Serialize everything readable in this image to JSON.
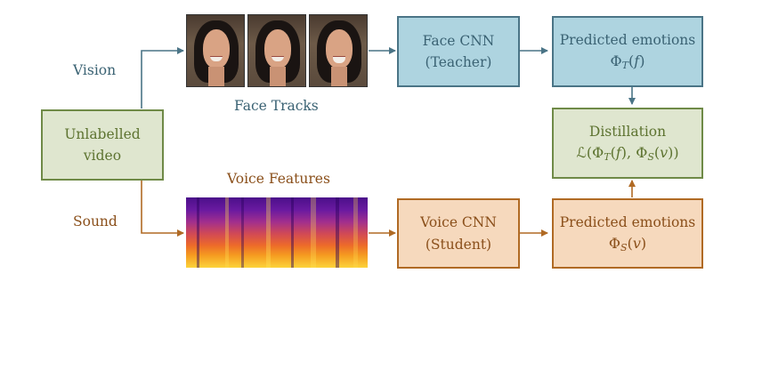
{
  "nodes": {
    "unlabelled_video": [
      "Unlabelled",
      "video"
    ],
    "face_cnn": [
      "Face CNN",
      "(Teacher)"
    ],
    "voice_cnn": [
      "Voice CNN",
      "(Student)"
    ],
    "pred_teacher": {
      "title": "Predicted emotions",
      "phi": "Φ",
      "sub": "T",
      "arg": "f"
    },
    "pred_student": {
      "title": "Predicted emotions",
      "phi": "Φ",
      "sub": "S",
      "arg": "v"
    },
    "distillation": {
      "title": "Distillation",
      "loss": "ℒ",
      "phi": "Φ",
      "sub_t": "T",
      "arg_t": "f",
      "sub_s": "S",
      "arg_s": "v"
    }
  },
  "labels": {
    "vision": "Vision",
    "sound": "Sound",
    "face_tracks": "Face Tracks",
    "voice_features": "Voice Features"
  },
  "colors": {
    "vision_path": "#4a7486",
    "sound_path": "#b06a24",
    "green_box": "#dfe6cf",
    "blue_box": "#aed4e0",
    "orange_box": "#f6d9bd"
  }
}
